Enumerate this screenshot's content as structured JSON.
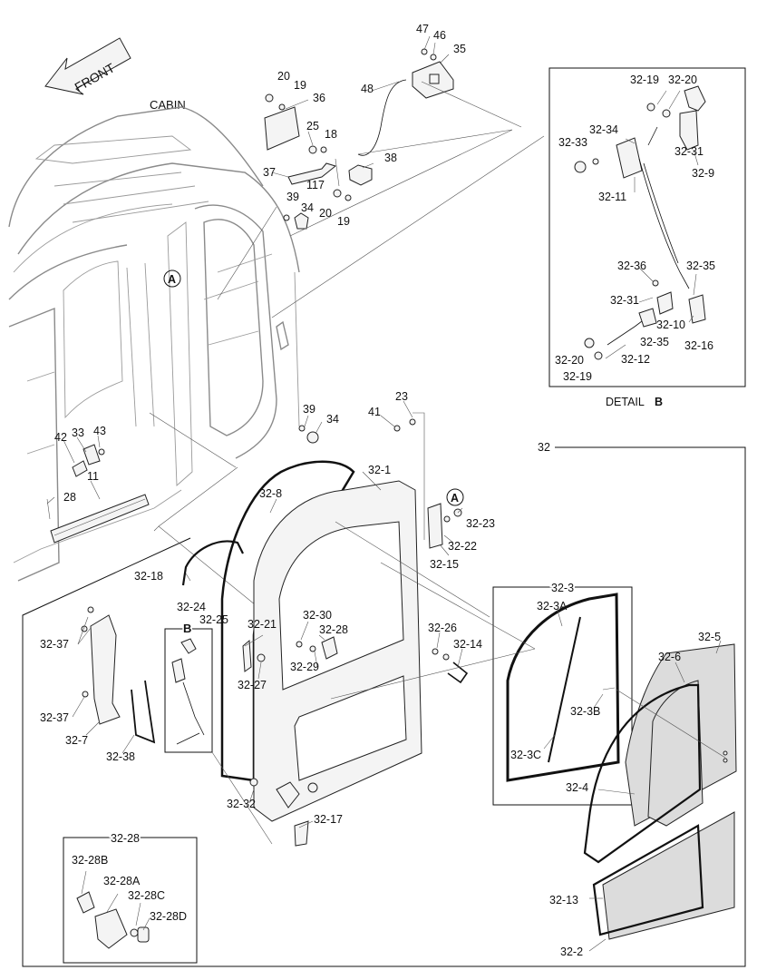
{
  "headings": {
    "cabin": "CABIN",
    "front": "FRONT",
    "detail_prefix": "DETAIL ",
    "detail_letter": "B",
    "callout_a1": "A",
    "callout_a2": "A",
    "inset_b": "B",
    "group_32": "32",
    "group_32_3": "32-3",
    "group_32_28": "32-28"
  },
  "labels": [
    "47",
    "46",
    "35",
    "20",
    "19",
    "36",
    "48",
    "25",
    "18",
    "38",
    "37",
    "117",
    "39",
    "34",
    "20",
    "19",
    "32-19",
    "32-20",
    "32-34",
    "32-33",
    "32-31",
    "32-9",
    "32-11",
    "32-36",
    "32-35",
    "32-31",
    "32-10",
    "32-16",
    "32-20",
    "32-35",
    "32-12",
    "32-19",
    "39",
    "34",
    "41",
    "23",
    "42",
    "33",
    "43",
    "11",
    "28",
    "32-8",
    "32-1",
    "32-23",
    "32-22",
    "32-15",
    "32-18",
    "32-24",
    "32-25",
    "32-37",
    "32-37",
    "32-7",
    "32-38",
    "32-21",
    "32-27",
    "32-30",
    "32-28",
    "32-29",
    "32-26",
    "32-14",
    "32-3A",
    "32-3B",
    "32-3C",
    "32-5",
    "32-6",
    "32-4",
    "32-32",
    "32-17",
    "32-13",
    "32-2",
    "32-28B",
    "32-28A",
    "32-28C",
    "32-28D"
  ],
  "colors": {
    "line": "#111111",
    "part_fill": "#f4f4f4",
    "glass_fill": "#dcdcdc",
    "cabin_line": "#9a9a9a"
  }
}
